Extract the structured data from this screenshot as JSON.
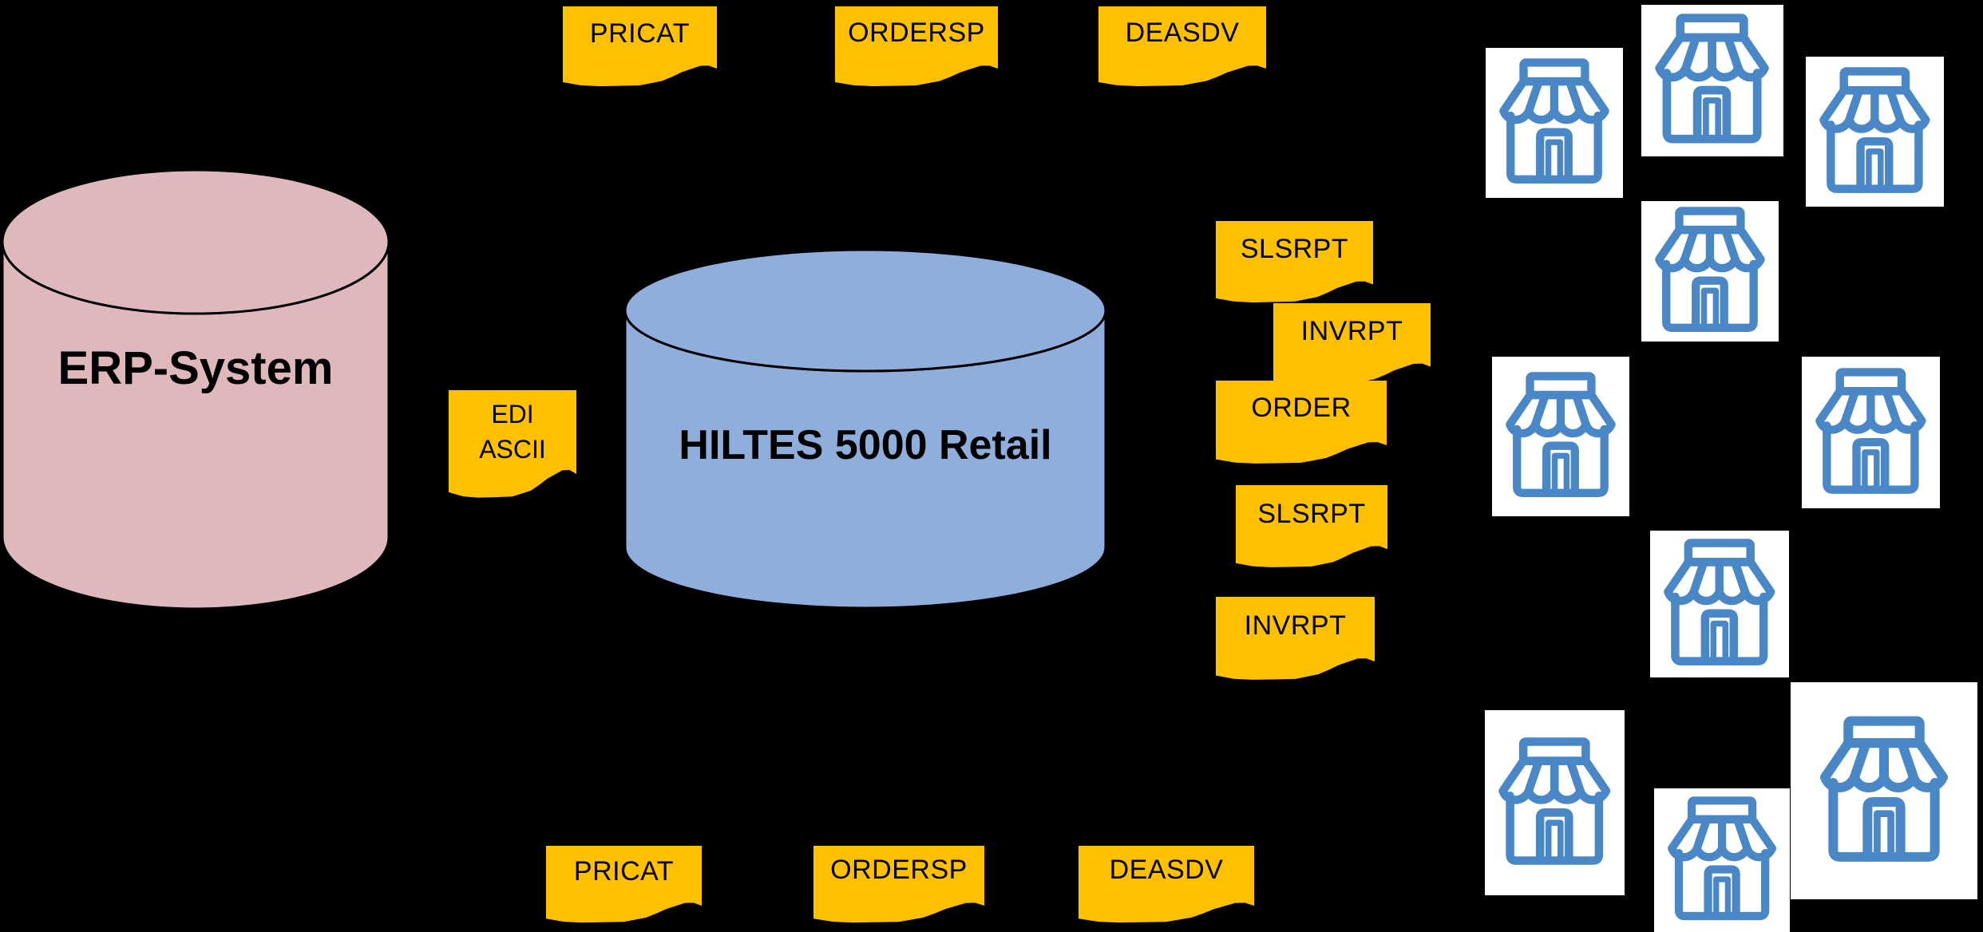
{
  "colors": {
    "background": "#000000",
    "erp_fill": "#DFB8BC",
    "hiltes_fill": "#8FAEDC",
    "note_fill": "#FFC000",
    "outline": "#000000",
    "label_text": "#000000",
    "store_icon_blue": "#4A87C6",
    "store_box_bg": "#FFFFFF"
  },
  "erp": {
    "label": "ERP-System"
  },
  "hiltes": {
    "label": "HILTES 5000 Retail"
  },
  "edi_note": {
    "line1": "EDI",
    "line2": "ASCII"
  },
  "top_notes": [
    {
      "label": "PRICAT"
    },
    {
      "label": "ORDERSP"
    },
    {
      "label": "DEASDV"
    }
  ],
  "right_notes": [
    {
      "label": "SLSRPT"
    },
    {
      "label": "INVRPT"
    },
    {
      "label": "ORDER"
    },
    {
      "label": "SLSRPT"
    },
    {
      "label": "INVRPT"
    }
  ],
  "bottom_notes": [
    {
      "label": "PRICAT"
    },
    {
      "label": "ORDERSP"
    },
    {
      "label": "DEASDV"
    }
  ],
  "stores": {
    "count": 10
  }
}
